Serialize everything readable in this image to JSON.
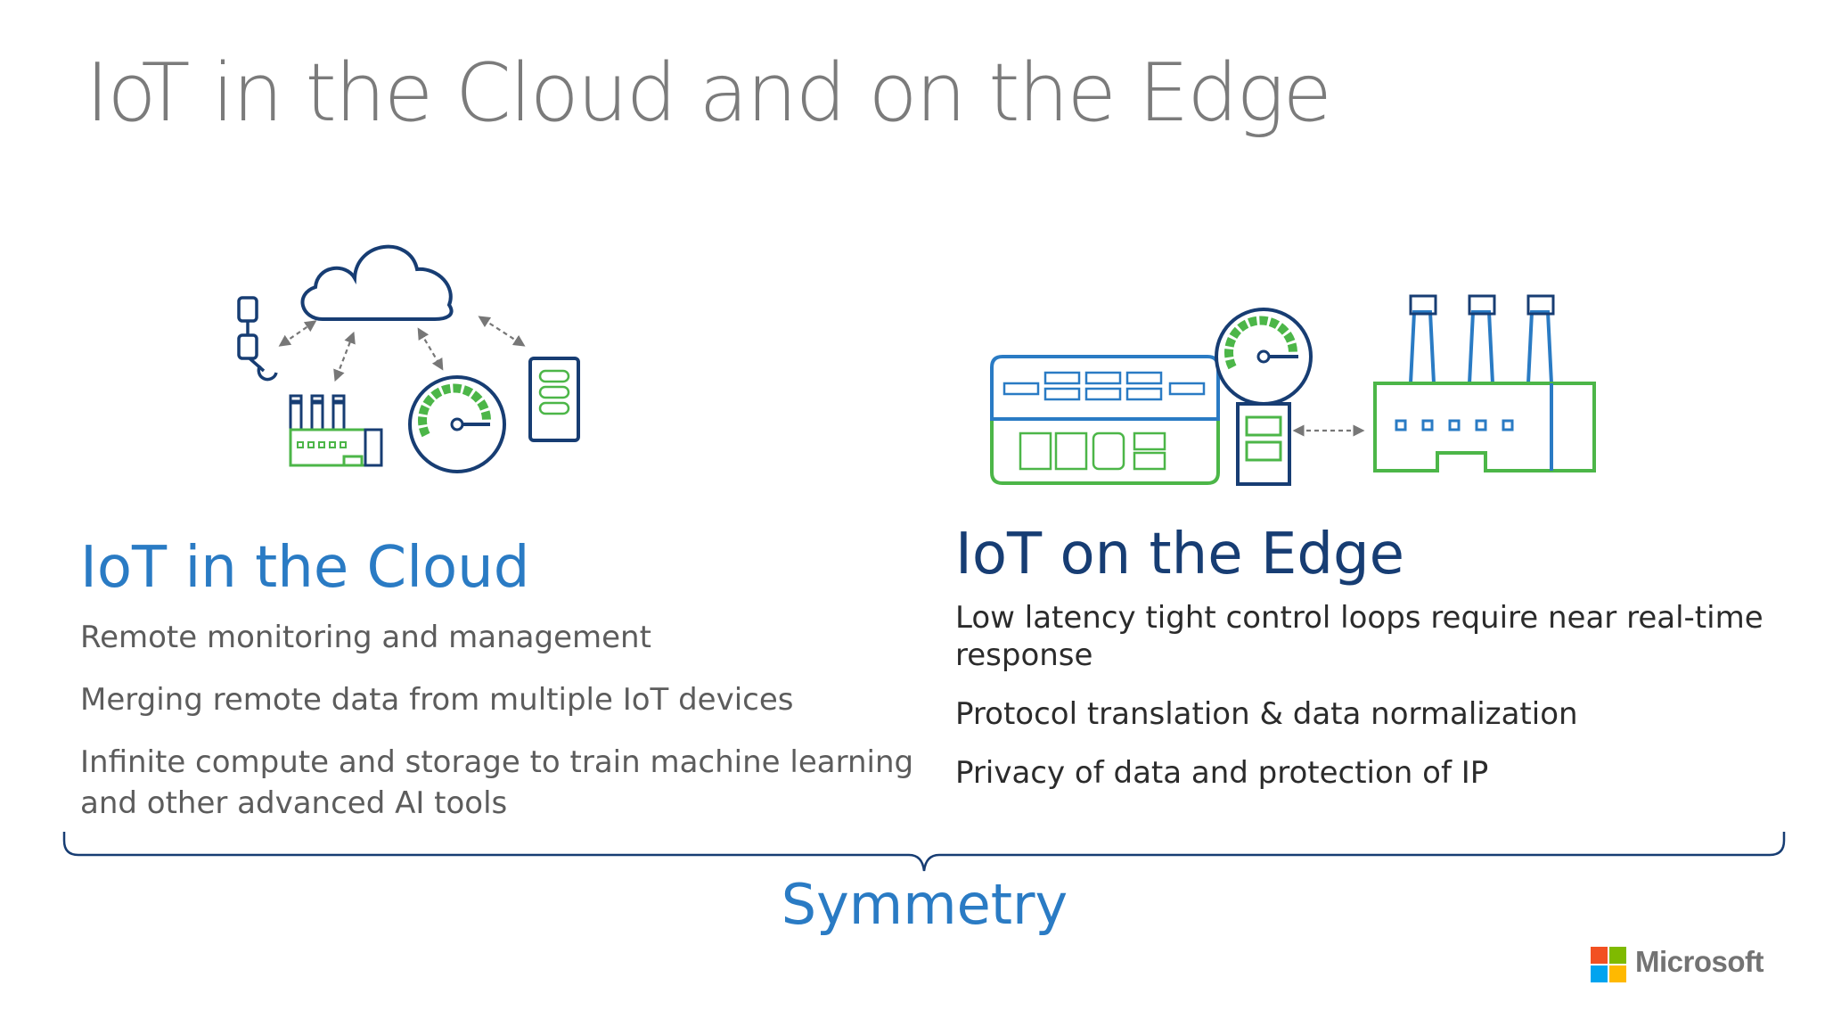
{
  "title": "IoT in the Cloud and on the Edge",
  "cloud_column": {
    "heading": "IoT in the Cloud",
    "bullets": [
      "Remote monitoring and management",
      "Merging remote data from multiple IoT devices",
      "Infinite compute and storage to train machine learning and other advanced AI tools"
    ]
  },
  "edge_column": {
    "heading": "IoT on the Edge",
    "bullets": [
      "Low latency tight control loops require near real-time response",
      "Protocol translation & data normalization",
      "Privacy of data and protection of IP"
    ]
  },
  "brace_label": "Symmetry",
  "logo": {
    "name": "Microsoft"
  },
  "colors": {
    "cloud_blue": "#2a7bc4",
    "dark_navy": "#173d73",
    "edge_green": "#4cb648",
    "title_gray": "#7b7b7b"
  },
  "icons": [
    "robot-arm-icon",
    "cloud-icon",
    "factory-icon",
    "gauge-icon",
    "mobile-device-icon",
    "edge-server-icon",
    "edge-gateway-icon"
  ]
}
